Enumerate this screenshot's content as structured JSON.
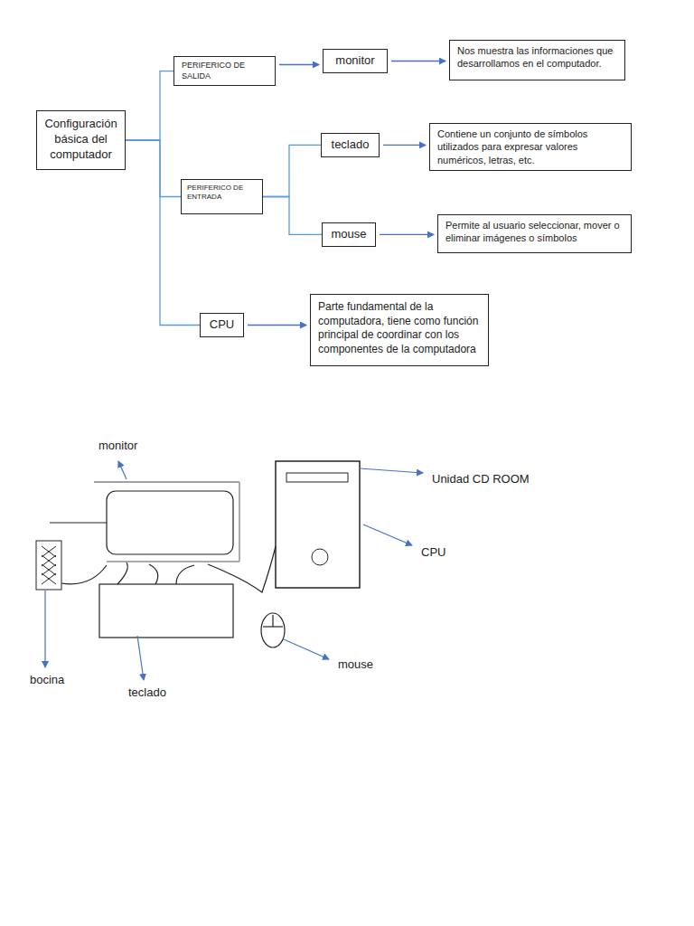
{
  "diagram": {
    "nodes": [
      {
        "text": [
          "Configuración básica del computador"
        ]
      },
      {
        "text": [
          "PERIFERICO DE SALIDA"
        ]
      },
      {
        "text": [
          "monitor"
        ]
      },
      {
        "text": [
          "Nos muestra las informaciones que desarrollamos en el computador."
        ]
      },
      {
        "text": [
          "teclado"
        ]
      },
      {
        "text": [
          "Contiene un conjunto de símbolos utilizados para expresar valores numéricos, letras, etc."
        ]
      },
      {
        "text": [
          "PERIFERICO DE ENTRADA"
        ]
      },
      {
        "text": [
          "mouse"
        ]
      },
      {
        "text": [
          "Permite al usuario seleccionar, mover o eliminar imágenes o símbolos"
        ]
      },
      {
        "text": [
          "CPU"
        ]
      },
      {
        "text": [
          "Parte fundamental de la computadora, tiene como función principal de coordinar con los componentes de la computadora"
        ]
      }
    ],
    "edges": [
      {
        "from": 0,
        "to": 1,
        "arrow": "none"
      },
      {
        "from": 0,
        "to": 6,
        "arrow": "none"
      },
      {
        "from": 0,
        "to": 9,
        "arrow": "none"
      },
      {
        "from": 1,
        "to": 2,
        "arrow": "to"
      },
      {
        "from": 2,
        "to": 3,
        "arrow": "to"
      },
      {
        "from": 6,
        "to": 4,
        "arrow": "none"
      },
      {
        "from": 6,
        "to": 7,
        "arrow": "none"
      },
      {
        "from": 4,
        "to": 5,
        "arrow": "to"
      },
      {
        "from": 7,
        "to": 8,
        "arrow": "to"
      },
      {
        "from": 9,
        "to": 10,
        "arrow": "to"
      }
    ],
    "labels": [
      "monitor",
      "Unidad CD ROOM",
      "CPU",
      "mouse",
      "bocina",
      "teclado"
    ]
  }
}
